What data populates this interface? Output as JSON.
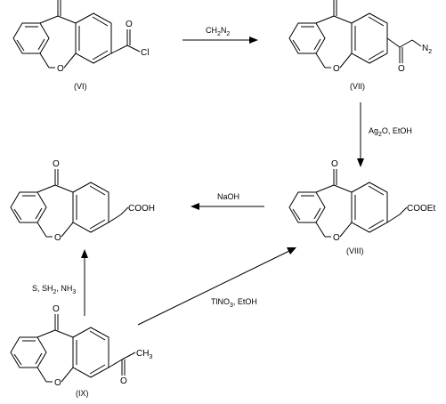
{
  "compounds": {
    "vi": {
      "label": "(VI)",
      "substituent": "COCl"
    },
    "vii": {
      "label": "(VII)",
      "substituent": "COCHN2"
    },
    "viii": {
      "label": "(VIII)",
      "substituent": "CH2COOEt"
    },
    "acid": {
      "label": "",
      "substituent": "CH2COOH"
    },
    "ix": {
      "label": "(IX)",
      "substituent": "COCH3"
    }
  },
  "atoms": {
    "ketone_o": "O",
    "ring_o": "O",
    "cl": "Cl",
    "n2_main": "N",
    "n2_sub": "2",
    "cooet": "COOEt",
    "cooh": "COOH",
    "ch3_main": "CH",
    "ch3_sub": "3"
  },
  "conditions": {
    "step1": {
      "main": "CH",
      "sub": "2",
      "tail": "N",
      "sub2": "2"
    },
    "step2": {
      "pre": "Ag",
      "sub": "2",
      "post": "O, EtOH"
    },
    "step3": {
      "text": "NaOH"
    },
    "step4": {
      "pre": "S, SH",
      "sub": "2",
      "post": ", NH",
      "sub2": "3"
    },
    "step5": {
      "pre": "TlNO",
      "sub": "3",
      "post": ", EtOH"
    }
  }
}
